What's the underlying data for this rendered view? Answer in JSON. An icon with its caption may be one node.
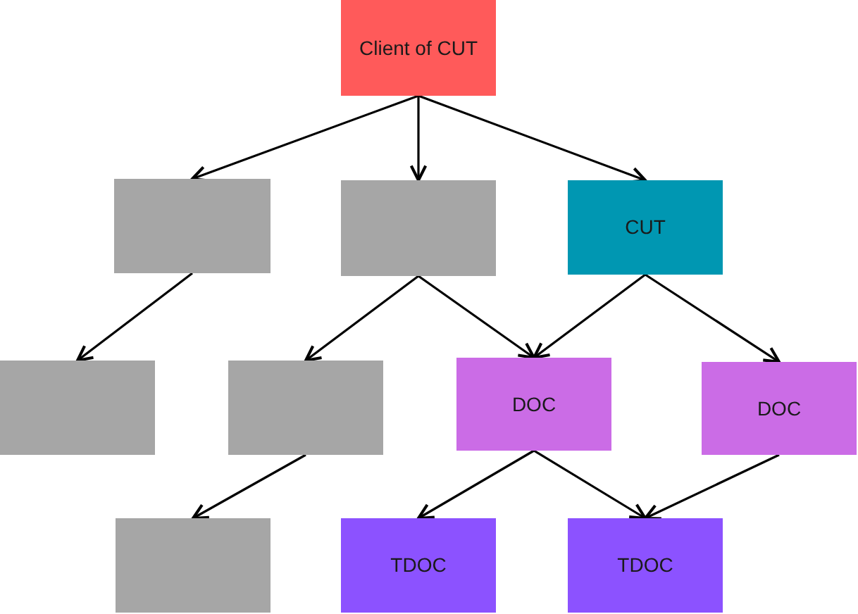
{
  "diagram": {
    "nodes": [
      {
        "text": [
          "Client of CUT"
        ]
      },
      {
        "text": [],
        "shape": "box"
      },
      {
        "text": [],
        "shape": "box"
      },
      {
        "text": [
          "CUT"
        ]
      },
      {
        "text": [],
        "shape": "box"
      },
      {
        "text": [],
        "shape": "box"
      },
      {
        "text": [
          "DOC"
        ]
      },
      {
        "text": [
          "DOC"
        ]
      },
      {
        "text": [],
        "shape": "box"
      },
      {
        "text": [
          "TDOC"
        ]
      },
      {
        "text": [
          "TDOC"
        ]
      }
    ],
    "edges": [
      {
        "from": 0,
        "to": 1,
        "arrow": "to"
      },
      {
        "from": 0,
        "to": 2,
        "arrow": "to"
      },
      {
        "from": 0,
        "to": 3,
        "arrow": "to"
      },
      {
        "from": 1,
        "to": 4,
        "arrow": "to"
      },
      {
        "from": 2,
        "to": 5,
        "arrow": "to"
      },
      {
        "from": 2,
        "to": 6,
        "arrow": "to"
      },
      {
        "from": 3,
        "to": 6,
        "arrow": "to"
      },
      {
        "from": 3,
        "to": 7,
        "arrow": "to"
      },
      {
        "from": 5,
        "to": 8,
        "arrow": "to"
      },
      {
        "from": 6,
        "to": 9,
        "arrow": "to"
      },
      {
        "from": 6,
        "to": 10,
        "arrow": "to"
      },
      {
        "from": 7,
        "to": 10,
        "arrow": "to"
      }
    ]
  }
}
